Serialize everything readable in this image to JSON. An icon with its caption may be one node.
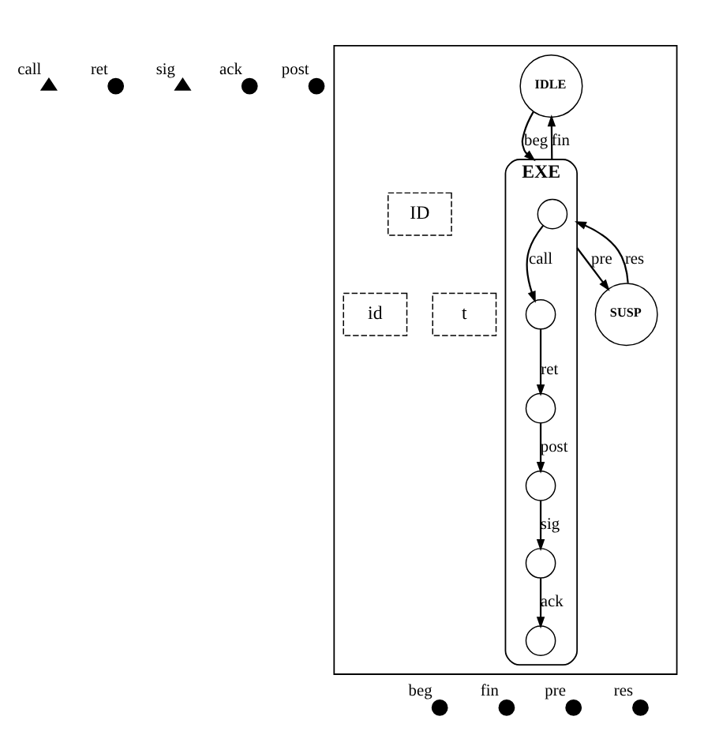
{
  "diagram": {
    "nodes": [
      {
        "text": [],
        "shape": "box"
      },
      {
        "text": [
          "call"
        ]
      },
      {
        "text": [
          "ret"
        ]
      },
      {
        "text": [
          "sig"
        ]
      },
      {
        "text": [
          "ack"
        ]
      },
      {
        "text": [
          "post"
        ]
      },
      {
        "text": [
          "IDLE"
        ],
        "in": 0
      },
      {
        "text": [
          "ID"
        ],
        "in": 0
      },
      {
        "text": [
          "id"
        ],
        "in": 0
      },
      {
        "text": [
          "t"
        ],
        "in": 0
      },
      {
        "text": [
          "EXE"
        ],
        "in": 0
      },
      {
        "text": [],
        "shape": "circle",
        "in": 10
      },
      {
        "text": [],
        "shape": "circle",
        "in": 10
      },
      {
        "text": [],
        "shape": "circle",
        "in": 10
      },
      {
        "text": [],
        "shape": "circle",
        "in": 10
      },
      {
        "text": [],
        "shape": "circle",
        "in": 10
      },
      {
        "text": [],
        "shape": "circle",
        "in": 10
      },
      {
        "text": [
          "SUSP"
        ],
        "in": 0
      },
      {
        "text": [
          "beg"
        ]
      },
      {
        "text": [
          "fin"
        ]
      },
      {
        "text": [
          "pre"
        ]
      },
      {
        "text": [
          "res"
        ]
      }
    ],
    "edges": [
      {
        "from": 6,
        "to": 10,
        "arrow": "to",
        "label": "beg"
      },
      {
        "from": 10,
        "to": 6,
        "arrow": "to",
        "label": "fin"
      },
      {
        "from": 10,
        "to": 17,
        "arrow": "to",
        "label": "pre"
      },
      {
        "from": 17,
        "to": 10,
        "arrow": "to",
        "label": "res"
      },
      {
        "from": 11,
        "to": 12,
        "arrow": "to",
        "label": "call"
      },
      {
        "from": 12,
        "to": 13,
        "arrow": "to",
        "label": "ret"
      },
      {
        "from": 13,
        "to": 14,
        "arrow": "to",
        "label": "post"
      },
      {
        "from": 14,
        "to": 15,
        "arrow": "to",
        "label": "sig"
      },
      {
        "from": 15,
        "to": 16,
        "arrow": "to",
        "label": "ack"
      }
    ]
  }
}
